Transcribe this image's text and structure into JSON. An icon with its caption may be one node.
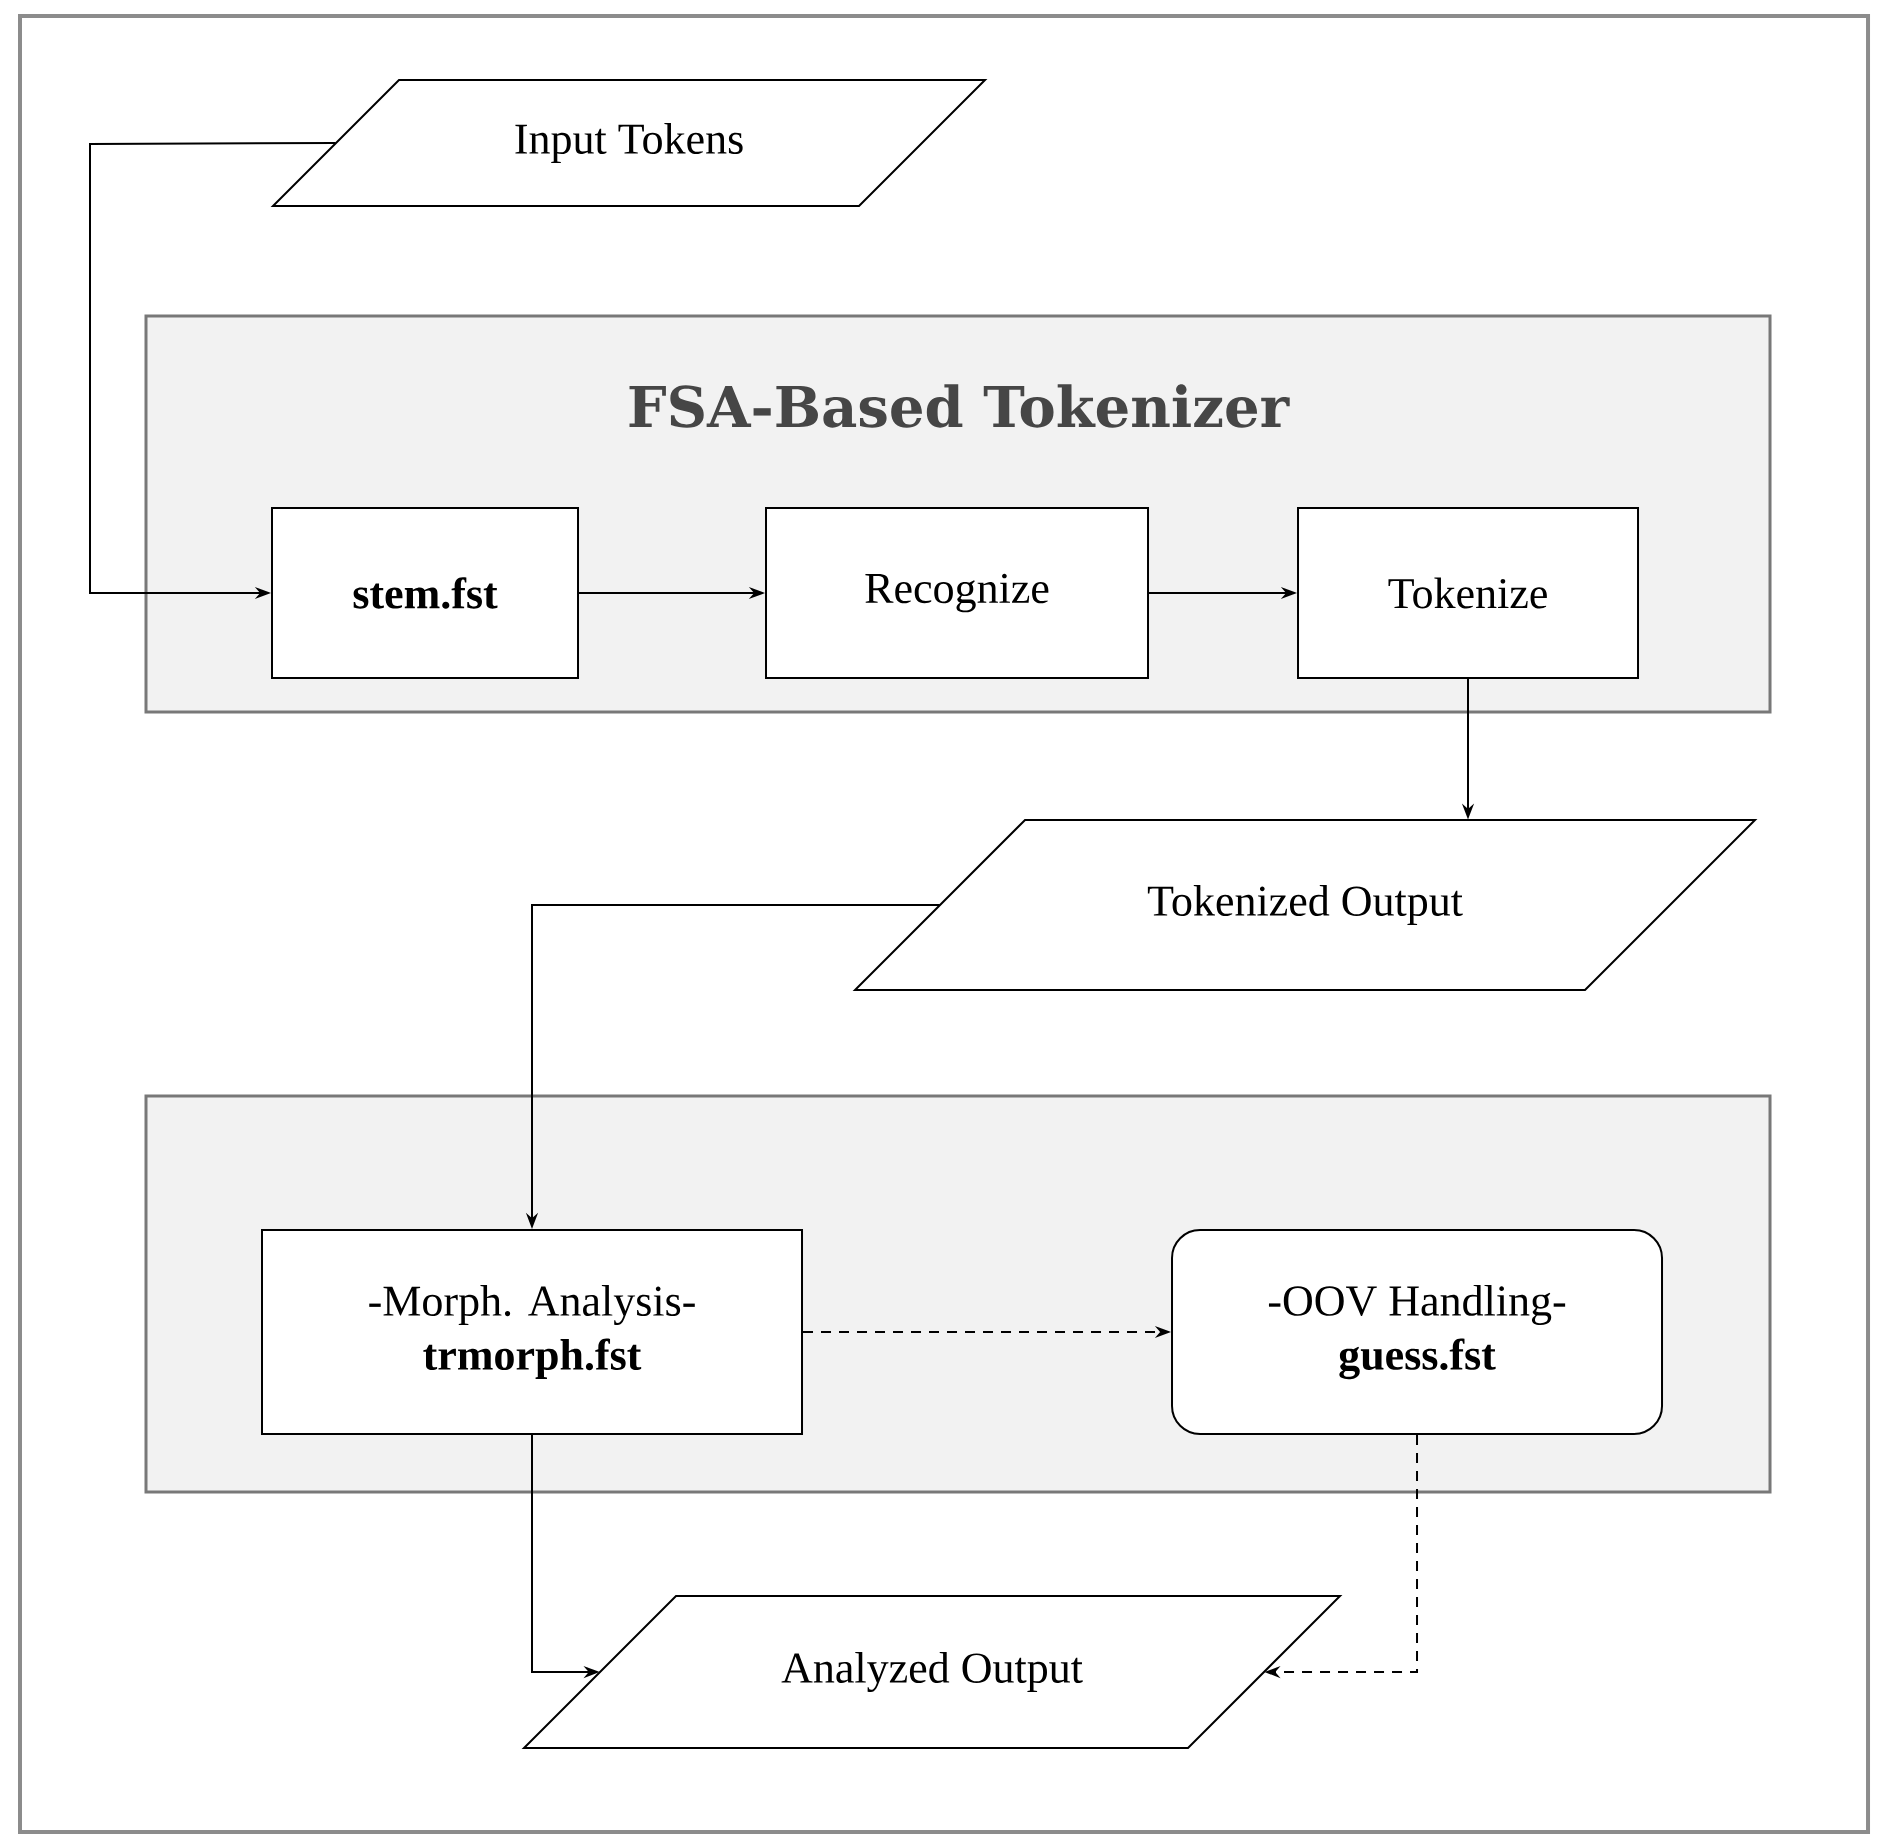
{
  "diagram": {
    "nodes": [
      {
        "text": [
          "Input Tokens"
        ]
      },
      {
        "text": [
          "FSA-Based Tokenizer"
        ]
      },
      {
        "text": [
          "stem.fst"
        ],
        "in": 1
      },
      {
        "text": [
          "Recognize"
        ],
        "in": 1
      },
      {
        "text": [
          "Tokenize"
        ],
        "in": 1
      },
      {
        "text": [
          "Tokenized Output"
        ]
      },
      {
        "text": [],
        "shape": "box"
      },
      {
        "text": [
          "-Morph. Analysis-",
          "trmorph.fst"
        ],
        "in": 6
      },
      {
        "text": [
          "-OOV Handling-",
          "guess.fst"
        ],
        "in": 6
      },
      {
        "text": [
          "Analyzed Output"
        ]
      }
    ],
    "edges": [
      {
        "from": 0,
        "to": 2,
        "arrow": "to"
      },
      {
        "from": 2,
        "to": 3,
        "arrow": "to"
      },
      {
        "from": 3,
        "to": 4,
        "arrow": "to"
      },
      {
        "from": 4,
        "to": 5,
        "arrow": "to"
      },
      {
        "from": 5,
        "to": 7,
        "arrow": "to"
      },
      {
        "from": 7,
        "to": 8,
        "arrow": "to",
        "style": "dashed"
      },
      {
        "from": 7,
        "to": 9,
        "arrow": "to"
      },
      {
        "from": 8,
        "to": 9,
        "arrow": "to",
        "style": "dashed"
      }
    ]
  }
}
